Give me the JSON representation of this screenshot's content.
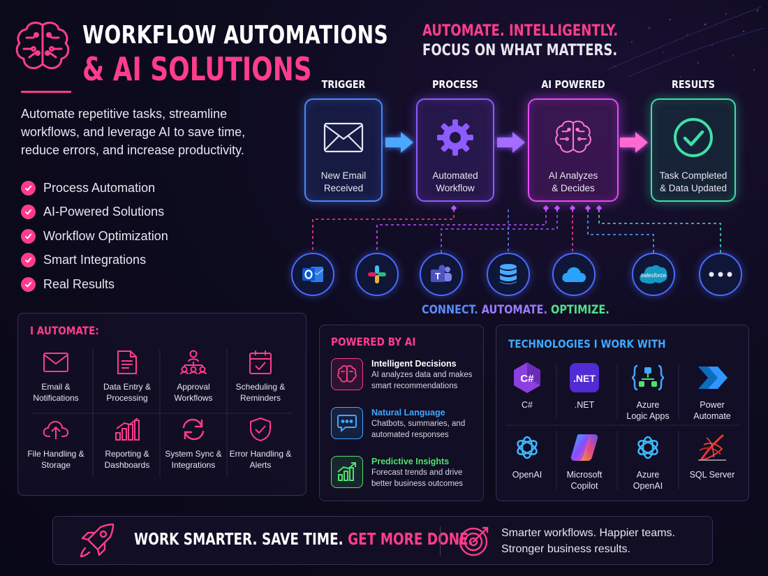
{
  "header": {
    "title_line1": "WORKFLOW AUTOMATIONS",
    "title_line2": "& AI SOLUTIONS",
    "intro": "Automate repetitive tasks, streamline workflows, and leverage AI to save time, reduce errors, and increase productivity.",
    "tagline_line1": "AUTOMATE. INTELLIGENTLY.",
    "tagline_line2": "FOCUS ON WHAT MATTERS."
  },
  "benefits": [
    "Process Automation",
    "AI-Powered Solutions",
    "Workflow Optimization",
    "Smart Integrations",
    "Real Results"
  ],
  "flow": {
    "stages": [
      {
        "label": "TRIGGER",
        "text": "New Email\nReceived",
        "icon": "envelope-icon"
      },
      {
        "label": "PROCESS",
        "text": "Automated\nWorkflow",
        "icon": "gear-icon"
      },
      {
        "label": "AI POWERED",
        "text": "AI Analyzes\n& Decides",
        "icon": "brain-icon"
      },
      {
        "label": "RESULTS",
        "text": "Task Completed\n& Data Updated",
        "icon": "checkmark-circle-icon"
      }
    ],
    "integrations": [
      "outlook-icon",
      "slack-icon",
      "teams-icon",
      "database-icon",
      "cloud-icon",
      "salesforce-icon",
      "more-icon"
    ],
    "salesforce_label": "salesforce",
    "connect_parts": [
      "CONNECT. ",
      "AUTOMATE. ",
      "OPTIMIZE."
    ]
  },
  "automate_panel": {
    "title": "I AUTOMATE:",
    "items": [
      {
        "label": "Email &\nNotifications",
        "icon": "email-icon"
      },
      {
        "label": "Data Entry &\nProcessing",
        "icon": "document-icon"
      },
      {
        "label": "Approval\nWorkflows",
        "icon": "approval-icon"
      },
      {
        "label": "Scheduling &\nReminders",
        "icon": "calendar-icon"
      },
      {
        "label": "File Handling &\nStorage",
        "icon": "cloud-upload-icon"
      },
      {
        "label": "Reporting &\nDashboards",
        "icon": "bar-chart-icon"
      },
      {
        "label": "System Sync &\nIntegrations",
        "icon": "sync-icon"
      },
      {
        "label": "Error Handling &\nAlerts",
        "icon": "shield-check-icon"
      }
    ]
  },
  "ai_panel": {
    "title": "POWERED BY AI",
    "items": [
      {
        "heading": "Intelligent Decisions",
        "desc": "AI analyzes data and makes\nsmart recommendations",
        "icon": "brain-icon",
        "color": "#ff3d8b"
      },
      {
        "heading": "Natural Language",
        "desc": "Chatbots, summaries, and\nautomated responses",
        "icon": "chat-icon",
        "color": "#3fa8ff"
      },
      {
        "heading": "Predictive Insights",
        "desc": "Forecast trends and drive\nbetter business outcomes",
        "icon": "growth-chart-icon",
        "color": "#4ee26a"
      }
    ]
  },
  "tech_panel": {
    "title": "TECHNOLOGIES I WORK WITH",
    "items": [
      {
        "label": "C#",
        "icon": "csharp-icon",
        "glyph": "C#"
      },
      {
        "label": ".NET",
        "icon": "dotnet-icon",
        "glyph": ".NET"
      },
      {
        "label": "Azure\nLogic Apps",
        "icon": "logic-apps-icon"
      },
      {
        "label": "Power\nAutomate",
        "icon": "power-automate-icon"
      },
      {
        "label": "OpenAI",
        "icon": "openai-icon"
      },
      {
        "label": "Microsoft\nCopilot",
        "icon": "copilot-icon"
      },
      {
        "label": "Azure\nOpenAI",
        "icon": "azure-openai-icon"
      },
      {
        "label": "SQL Server",
        "icon": "sql-server-icon"
      }
    ]
  },
  "footer": {
    "main_white": "WORK SMARTER. SAVE TIME. ",
    "main_pink": "GET MORE DONE.",
    "sub": "Smarter workflows. Happier teams.\nStronger business results."
  },
  "colors": {
    "accent": "#ff3d8b",
    "blue": "#4a86ff",
    "purple": "#8d5cff",
    "magenta": "#e24cff",
    "green": "#3fe0a8"
  }
}
